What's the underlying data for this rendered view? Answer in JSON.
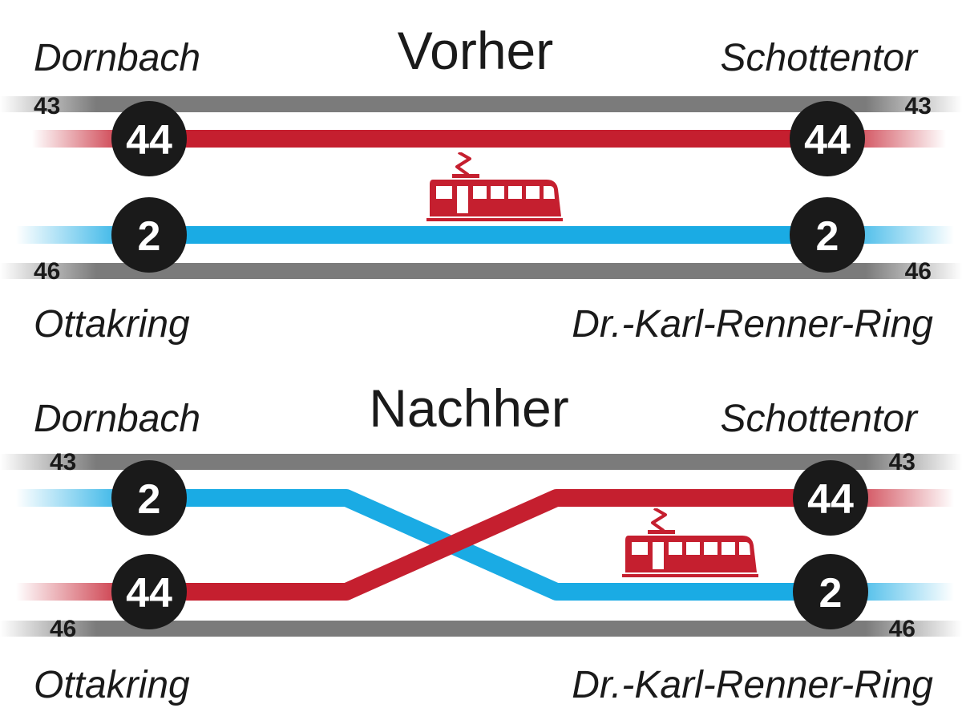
{
  "colors": {
    "line_44": "#c51f2f",
    "line_2": "#1aabe4",
    "line_grey": "#7b7b7b",
    "badge": "#1a1a1a",
    "background": "#ffffff"
  },
  "icons": {
    "tram": "tram-icon"
  },
  "panels": {
    "before": {
      "title": "Vorher",
      "top_left_place": "Dornbach",
      "top_right_place": "Schottentor",
      "bottom_left_place": "Ottakring",
      "bottom_right_place": "Dr.-Karl-Renner-Ring",
      "grey_top_line": "43",
      "grey_bottom_line": "46",
      "left_badge_upper": "44",
      "left_badge_lower": "2",
      "right_badge_upper": "44",
      "right_badge_lower": "2"
    },
    "after": {
      "title": "Nachher",
      "top_left_place": "Dornbach",
      "top_right_place": "Schottentor",
      "bottom_left_place": "Ottakring",
      "bottom_right_place": "Dr.-Karl-Renner-Ring",
      "grey_top_line": "43",
      "grey_bottom_line": "46",
      "left_badge_upper": "2",
      "left_badge_lower": "44",
      "right_badge_upper": "44",
      "right_badge_lower": "2"
    }
  }
}
